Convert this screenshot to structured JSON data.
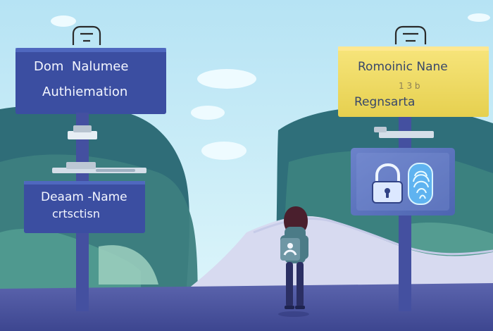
{
  "scene": {
    "colors": {
      "sky_top": "#b9e5f3",
      "sky_bottom": "#d9f4fb",
      "cloud": "#eefbff",
      "hill_dark": "#2f6f7a",
      "hill_mid": "#3f8b86",
      "hill_light": "#63a9a0",
      "path": "#d8dbef",
      "ground": "#4b56a0",
      "sign_blue": "#3b4ea1",
      "sign_blue_light": "#4a64bf",
      "sign_yellow": "#f3dd64",
      "sign_yellow_dark": "#d8c24a",
      "pole": "#444f9e",
      "person_jacket": "#4b7b87",
      "person_pants": "#2b2f63",
      "person_hair": "#4a1f2d"
    }
  },
  "signs": {
    "left_top": {
      "line1": "Dom ⁠⁠⁠ Nalumee",
      "line2": "Authiemation"
    },
    "left_bottom": {
      "line1": "Deaam ‑Name",
      "line2": "crtsctisn"
    },
    "right_top": {
      "line1": "Romoinic Nane",
      "line2": "1 3 b",
      "line3": "Regnsarta"
    }
  },
  "icons": {
    "left_hanger": "bracket-icon",
    "right_hanger": "bracket-icon",
    "right_panel_left": "lock-icon",
    "right_panel_right": "fingerprint-icon"
  }
}
